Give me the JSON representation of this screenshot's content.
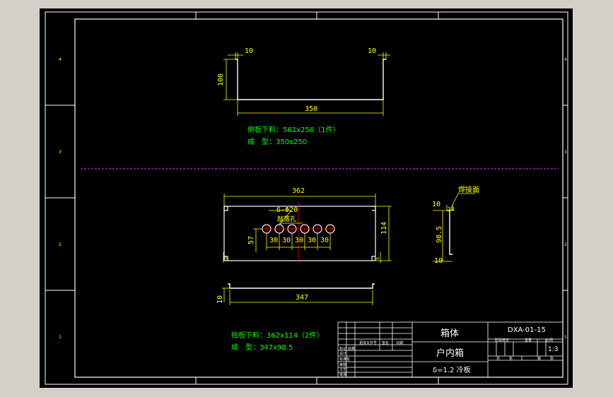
{
  "border_zones": {
    "left": [
      "4",
      "3",
      "2",
      "1"
    ],
    "right": [
      "4",
      "3",
      "2",
      "1"
    ]
  },
  "side_view": {
    "dim_flange_left": "10",
    "dim_flange_right": "10",
    "dim_height": "100",
    "dim_width": "350"
  },
  "side_notes": {
    "line1": "侧板下料：561x250（1件）",
    "line2": "成　型：350x250"
  },
  "front_view": {
    "dim_total": "362",
    "dim_holes": "6-Φ20",
    "hole_label": "敲落孔",
    "dim_height": "114",
    "dim_hole_y": "57",
    "spacings": [
      "30",
      "30",
      "30",
      "30",
      "30"
    ],
    "corner_dim": "5"
  },
  "section_view": {
    "weld_label": "焊接面",
    "dim_top": "10",
    "dim_flange": "14",
    "dim_height": "98.5",
    "dim_bottom": "10"
  },
  "bottom_view": {
    "dim_left": "10",
    "dim_length": "347"
  },
  "bottom_notes": {
    "line1": "挡板下料：362x114（2件）",
    "line2": "成　型：347x98.5"
  },
  "title_block": {
    "part_name": "箱体",
    "product_name": "户内箱",
    "material": "δ=1.2 冷板",
    "drawing_no": "DXA-01-15",
    "scale": "1:3",
    "small_labels": [
      "标记",
      "处数",
      "更改文件号",
      "签名",
      "日期",
      "设计",
      "标准化",
      "审核",
      "工艺",
      "批准"
    ],
    "right_labels": [
      "阶段标记",
      "重量",
      "比例",
      "共",
      "张",
      "第",
      "张"
    ]
  },
  "colors": {
    "background": "#000000",
    "outer_frame": "#d4d0c8",
    "lines": "#ffffff",
    "dimensions": "#ffff00",
    "notes": "#00ff00",
    "center_line": "#ff0000",
    "fold_line": "#cc33ff"
  }
}
